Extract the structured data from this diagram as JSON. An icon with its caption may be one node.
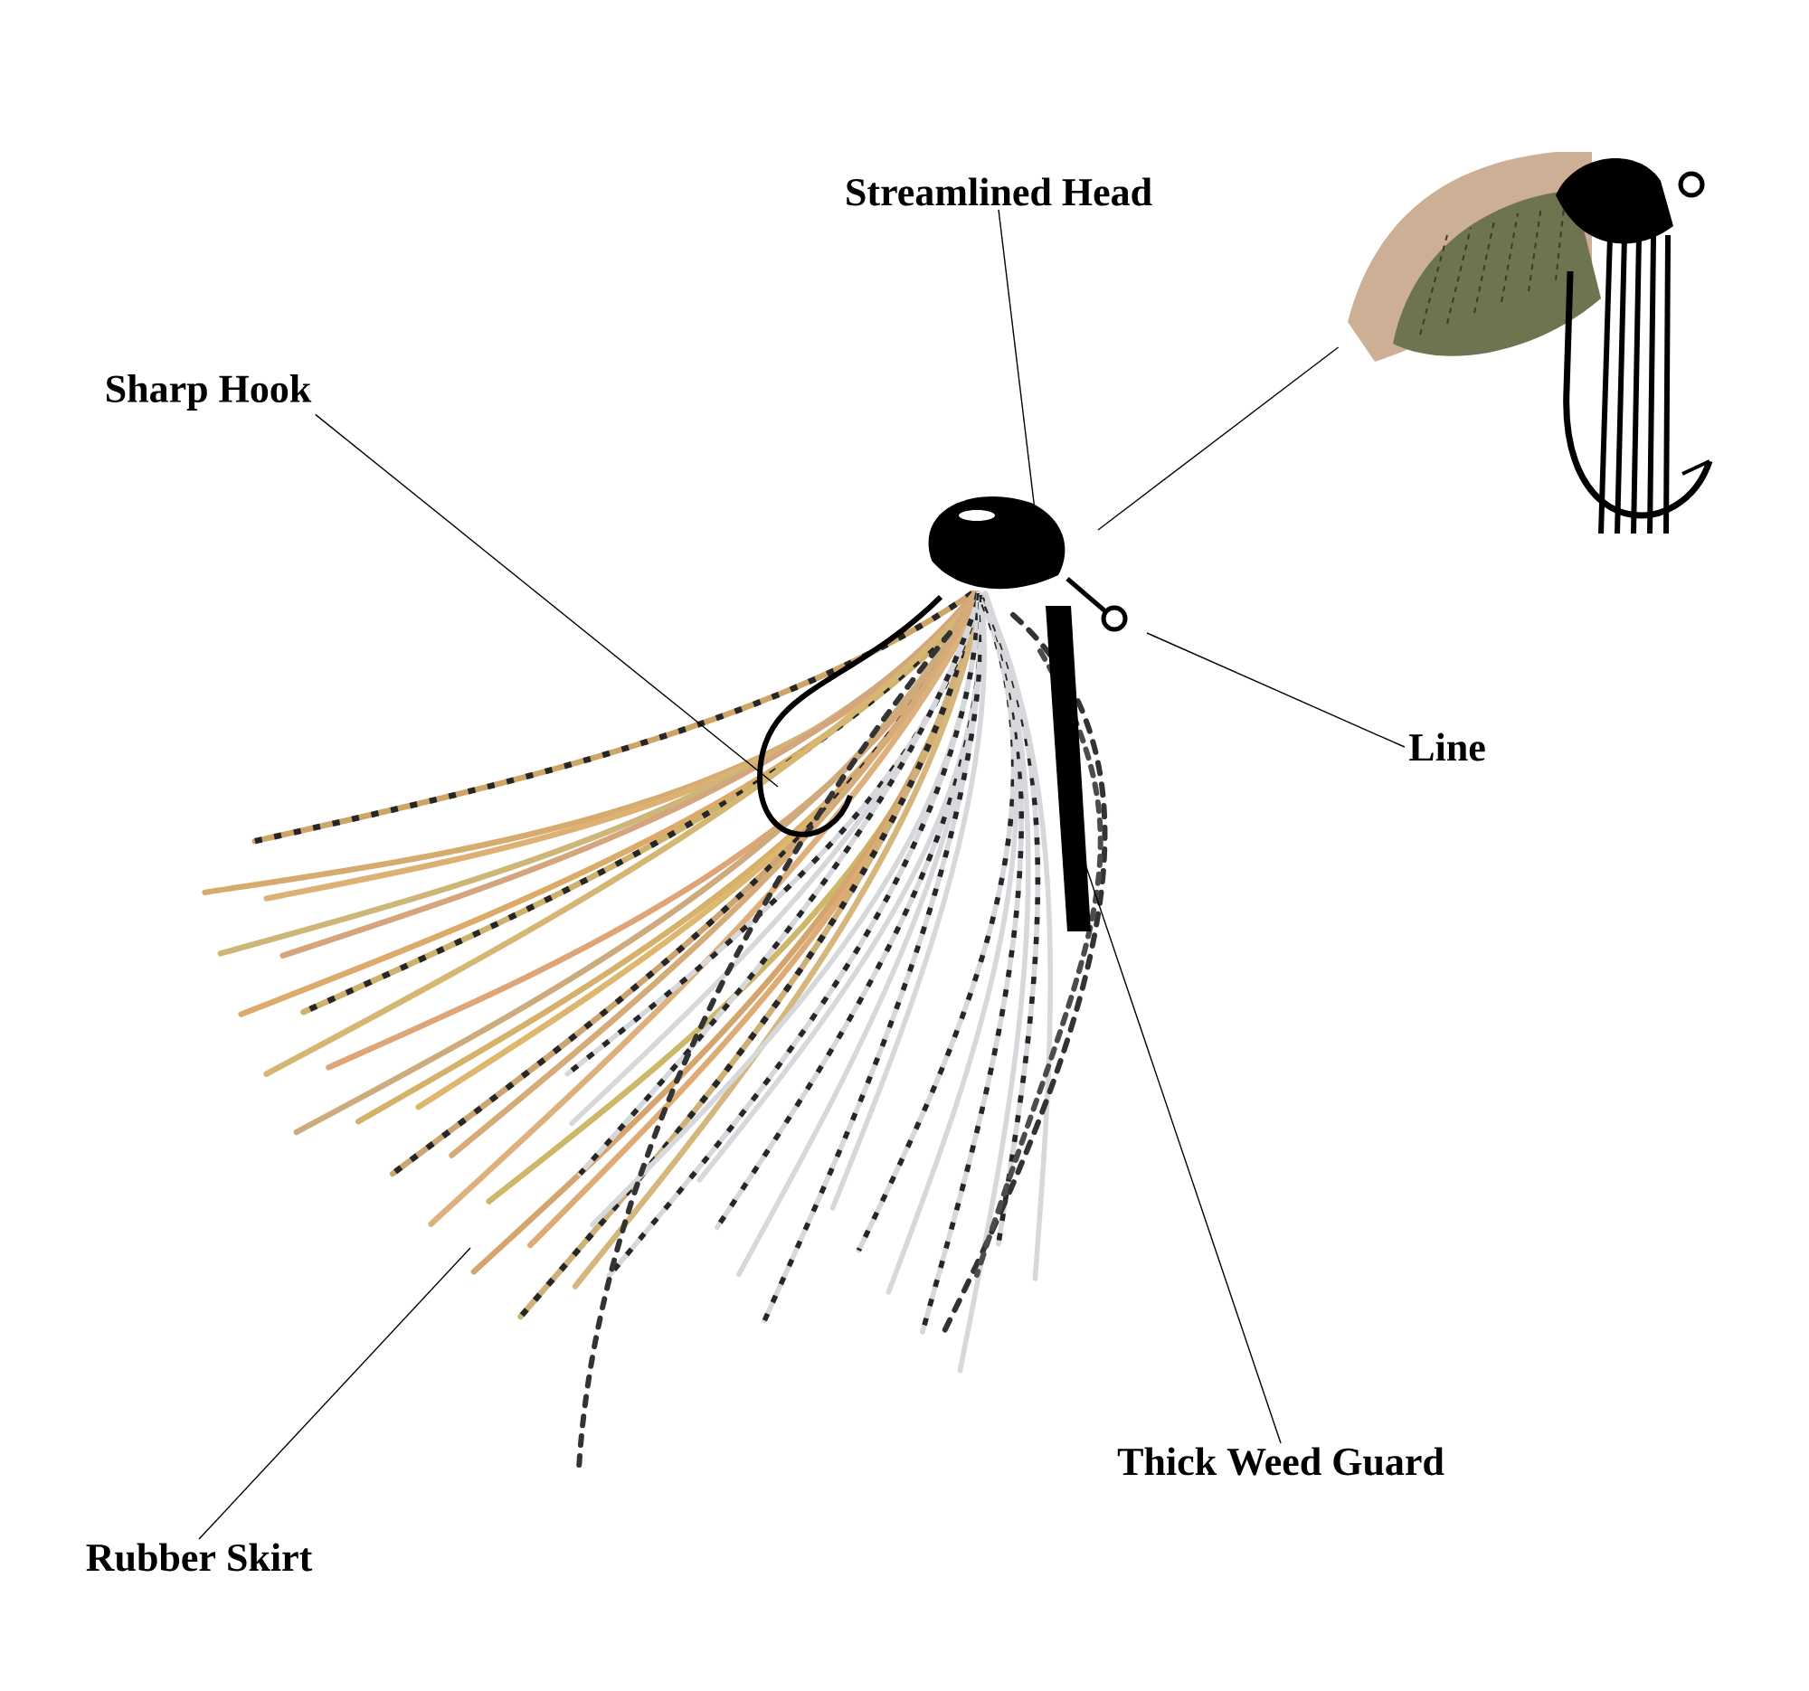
{
  "diagram": {
    "nodes": [
      {
        "text": [
          "Streamlined Head"
        ]
      },
      {
        "text": [
          "Sharp Hook"
        ]
      },
      {
        "text": [
          "Line"
        ]
      },
      {
        "text": [
          "Thick Weed Guard"
        ]
      },
      {
        "text": [
          "Rubber Skirt"
        ]
      },
      {
        "text": [],
        "shape": "picture"
      }
    ],
    "edges": [
      {
        "from": 0,
        "to": null,
        "arrow": "none"
      },
      {
        "from": 1,
        "to": null,
        "arrow": "none"
      },
      {
        "from": 2,
        "to": null,
        "arrow": "none"
      },
      {
        "from": 3,
        "to": null,
        "arrow": "none"
      },
      {
        "from": 4,
        "to": null,
        "arrow": "none"
      },
      {
        "from": 5,
        "to": null,
        "arrow": "none"
      }
    ]
  }
}
